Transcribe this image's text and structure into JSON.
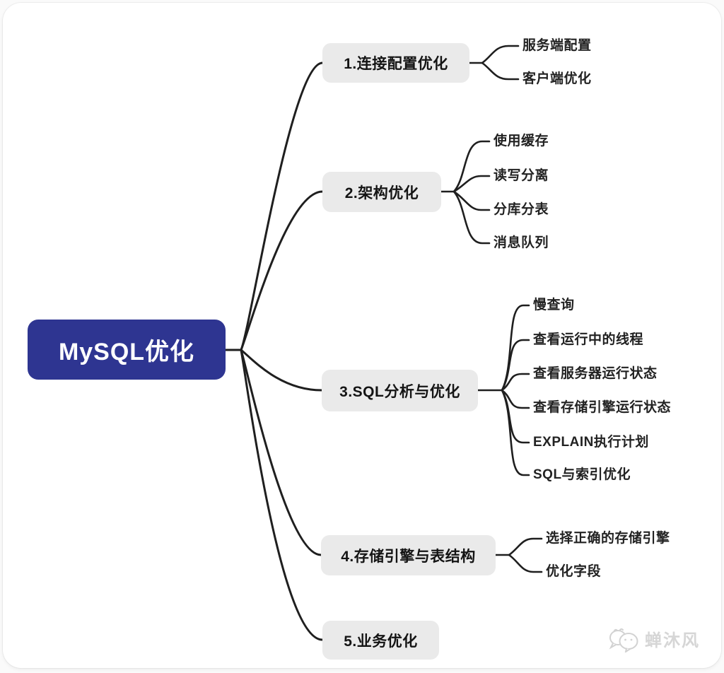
{
  "colors": {
    "root_bg": "#2E3591",
    "root_text": "#FFFFFF",
    "branch_bg": "#EAEAEA",
    "branch_text": "#141414",
    "leaf_text": "#222222",
    "connector_line": "#1F1F1F",
    "watermark_text": "#D6D6D6",
    "canvas_bg": "#FFFFFF"
  },
  "mindmap": {
    "root": {
      "label": "MySQL优化"
    },
    "branches": [
      {
        "label": "1.连接配置优化",
        "children": [
          "服务端配置",
          "客户端优化"
        ]
      },
      {
        "label": "2.架构优化",
        "children": [
          "使用缓存",
          "读写分离",
          "分库分表",
          "消息队列"
        ]
      },
      {
        "label": "3.SQL分析与优化",
        "children": [
          "慢查询",
          "查看运行中的线程",
          "查看服务器运行状态",
          "查看存储引擎运行状态",
          "EXPLAIN执行计划",
          "SQL与索引优化"
        ]
      },
      {
        "label": "4.存储引擎与表结构",
        "children": [
          "选择正确的存储引擎",
          "优化字段"
        ]
      },
      {
        "label": "5.业务优化",
        "children": []
      }
    ]
  },
  "watermark": {
    "icon": "wechat-icon",
    "text": "蝉沐风"
  }
}
